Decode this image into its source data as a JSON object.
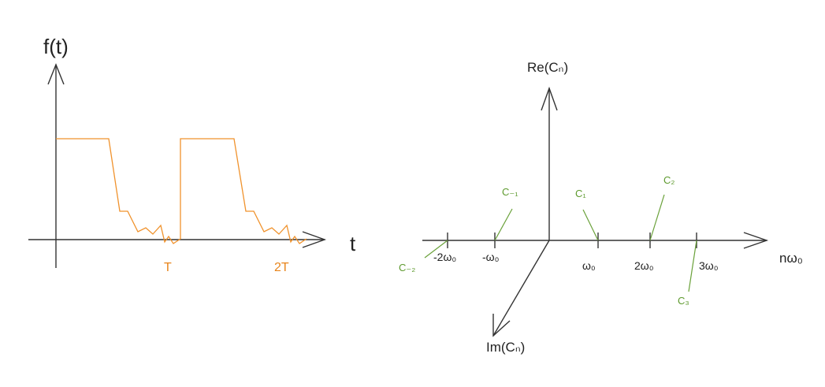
{
  "left": {
    "y_label": "f(t)",
    "x_label": "t",
    "ticks": [
      "T",
      "2T"
    ]
  },
  "right": {
    "re_label": "Re(Cₙ)",
    "im_label": "Im(Cₙ)",
    "x_label": "nω₀",
    "ticks": [
      "-2ω₀",
      "-ω₀",
      "ω₀",
      "2ω₀",
      "3ω₀"
    ],
    "coefficients": [
      "C₋₂",
      "C₋₁",
      "C₁",
      "C₂",
      "C₃"
    ]
  },
  "colors": {
    "signal": "#f0922c",
    "coefficient": "#5e9a2e",
    "axis": "#333333"
  }
}
